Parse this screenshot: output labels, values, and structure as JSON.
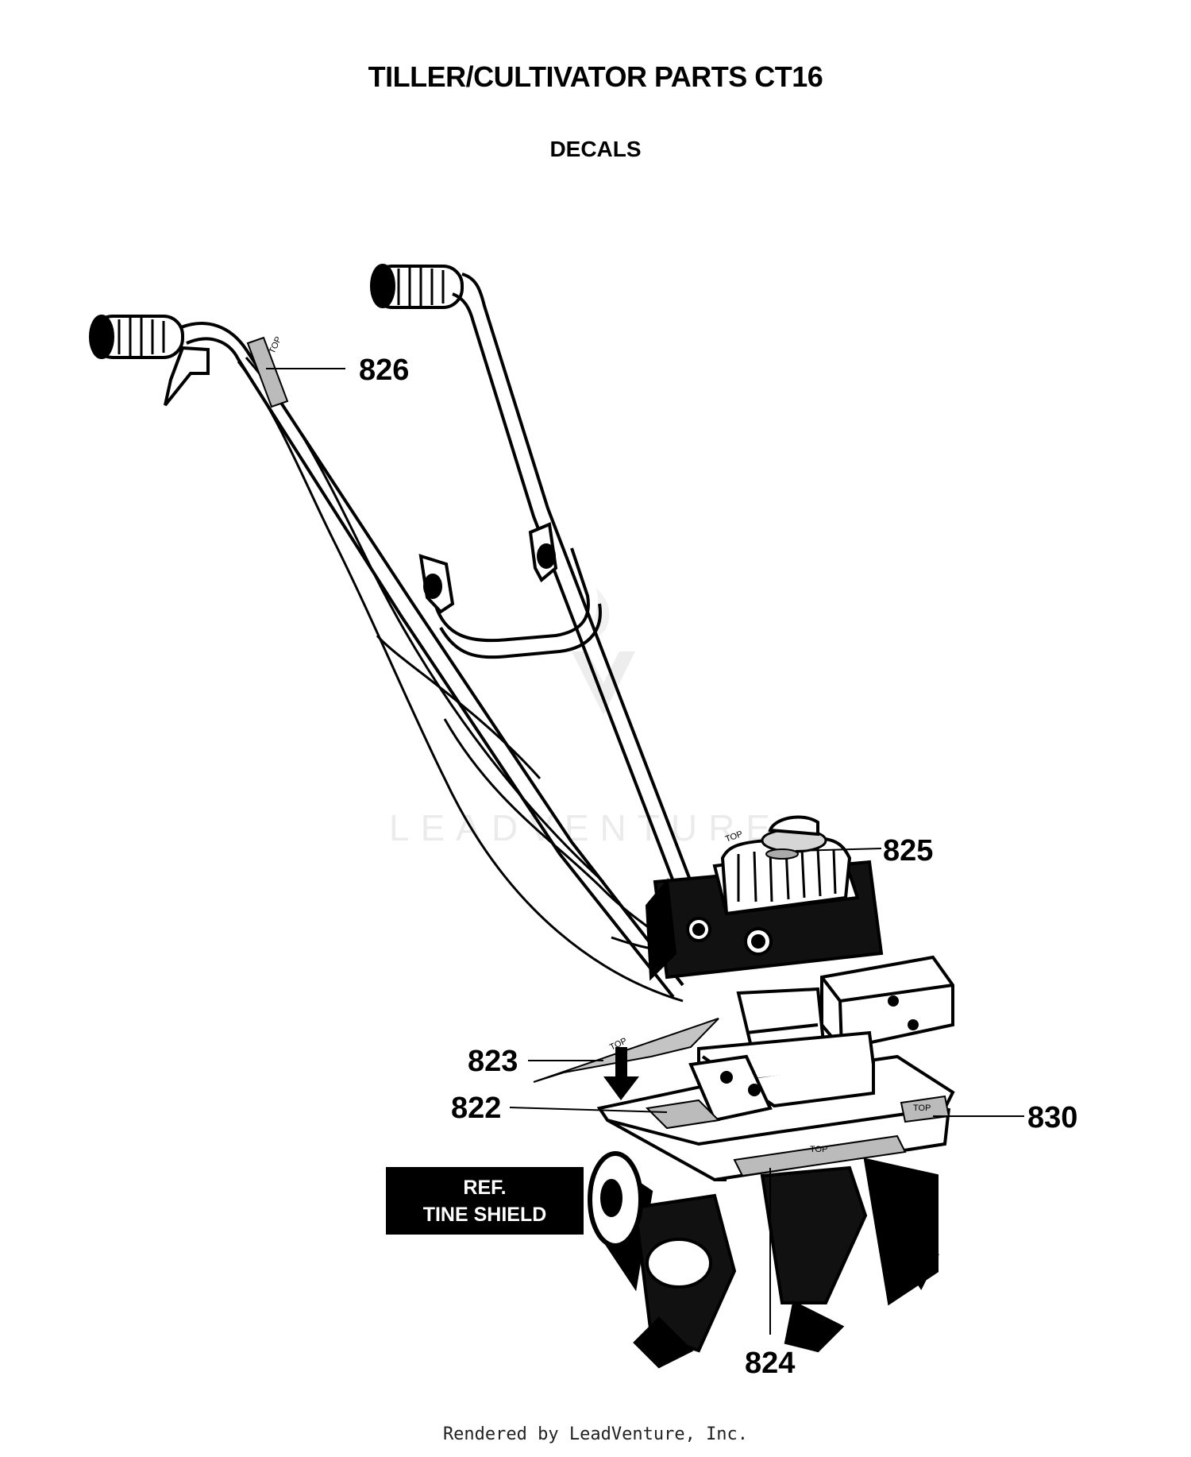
{
  "title": "TILLER/CULTIVATOR PARTS CT16",
  "subtitle": "DECALS",
  "callouts": [
    {
      "label": "826"
    },
    {
      "label": "825"
    },
    {
      "label": "823"
    },
    {
      "label": "822"
    },
    {
      "label": "830"
    },
    {
      "label": "824"
    }
  ],
  "top_mark": "TOP",
  "ref_box": {
    "line1": "REF.",
    "line2": "TINE SHIELD"
  },
  "watermark": "LEADVENTURE",
  "footer": "Rendered by LeadVenture, Inc."
}
